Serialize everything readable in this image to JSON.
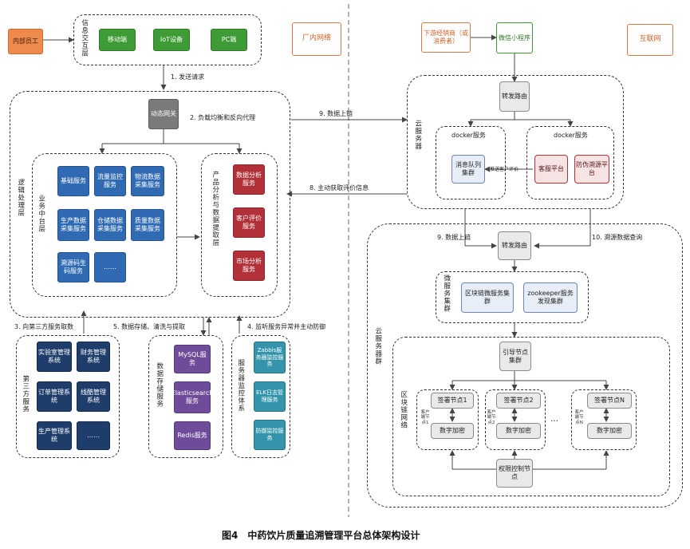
{
  "zones": {
    "intranet": "厂内网络",
    "internet": "互联网"
  },
  "left": {
    "internal_staff": "内部员工",
    "interaction": {
      "title": "信息交互层",
      "items": [
        "移动端",
        "IoT设备",
        "PC端"
      ]
    },
    "logic": {
      "title": "逻辑处理层",
      "gateway": "动态网关",
      "business": {
        "title": "业务中台层",
        "items": [
          "基础服务",
          "流量监控服务",
          "物流数据采集服务",
          "生产数据采集服务",
          "仓储数据采集服务",
          "质量数据采集服务",
          "溯源码生码服务",
          "……"
        ]
      },
      "analytics": {
        "title": "产品分析与数据提取层",
        "items": [
          "数据分析服务",
          "客户评价服务",
          "市场分析服务"
        ]
      }
    },
    "third_party": {
      "title": "第三方服务",
      "items": [
        "实验室管理系统",
        "财务管理系统",
        "订单管理系统",
        "线酷管理系统",
        "生产管理系统",
        "……"
      ]
    },
    "storage": {
      "title": "数据存储服务",
      "items": [
        "MySQL服务",
        "Elasticsearch服务",
        "Redis服务"
      ]
    },
    "monitor": {
      "title": "服务器监控体系",
      "items": [
        "Zabbis服务器监控服务",
        "ELK日志管理服务",
        "防御监控服务"
      ]
    }
  },
  "right": {
    "distributor": "下游经销商（或消费者）",
    "wechat": "微信小程序",
    "cloud1": {
      "title": "云服务器",
      "router": "转发路由",
      "docker_left": {
        "title": "docker服务",
        "items": [
          "消息队列集群"
        ]
      },
      "docker_right": {
        "title": "docker服务",
        "items": [
          "客服平台",
          "防伪溯源平台"
        ]
      },
      "push_label": "推送客户评价"
    },
    "cloud2": {
      "title": "云服务器群",
      "router": "转发路由",
      "micro": {
        "title": "微服务集群",
        "items": [
          "区块链微服务集群",
          "zookeeper服务发现集群"
        ]
      },
      "chain": {
        "title": "区块链网络",
        "guide": "引导节点集群",
        "nodes": [
          {
            "name": "签署节点1",
            "side": "客户端节点1",
            "crypto": "数字加密"
          },
          {
            "name": "签署节点2",
            "side": "客户端节点2",
            "crypto": "数字加密"
          },
          {
            "name": "签署节点N",
            "side": "客户端节点N",
            "crypto": "数字加密"
          }
        ],
        "ellipsis": "…",
        "permission": "权限控制节点"
      }
    }
  },
  "edges": {
    "e1": "1. 发送请求",
    "e2": "2. 负载均衡和反向代理",
    "e3": "3. 向第三方服务取数",
    "e4": "4. 监听服务异常并主动防御",
    "e5": "5. 数据存储、清洗与提取",
    "e8": "8. 主动获取评价信息",
    "e9a": "9. 数据上链",
    "e9b": "9. 数据上链",
    "e10": "10. 溯源数据查询"
  },
  "caption": "图4　中药饮片质量追溯管理平台总体架构设计"
}
